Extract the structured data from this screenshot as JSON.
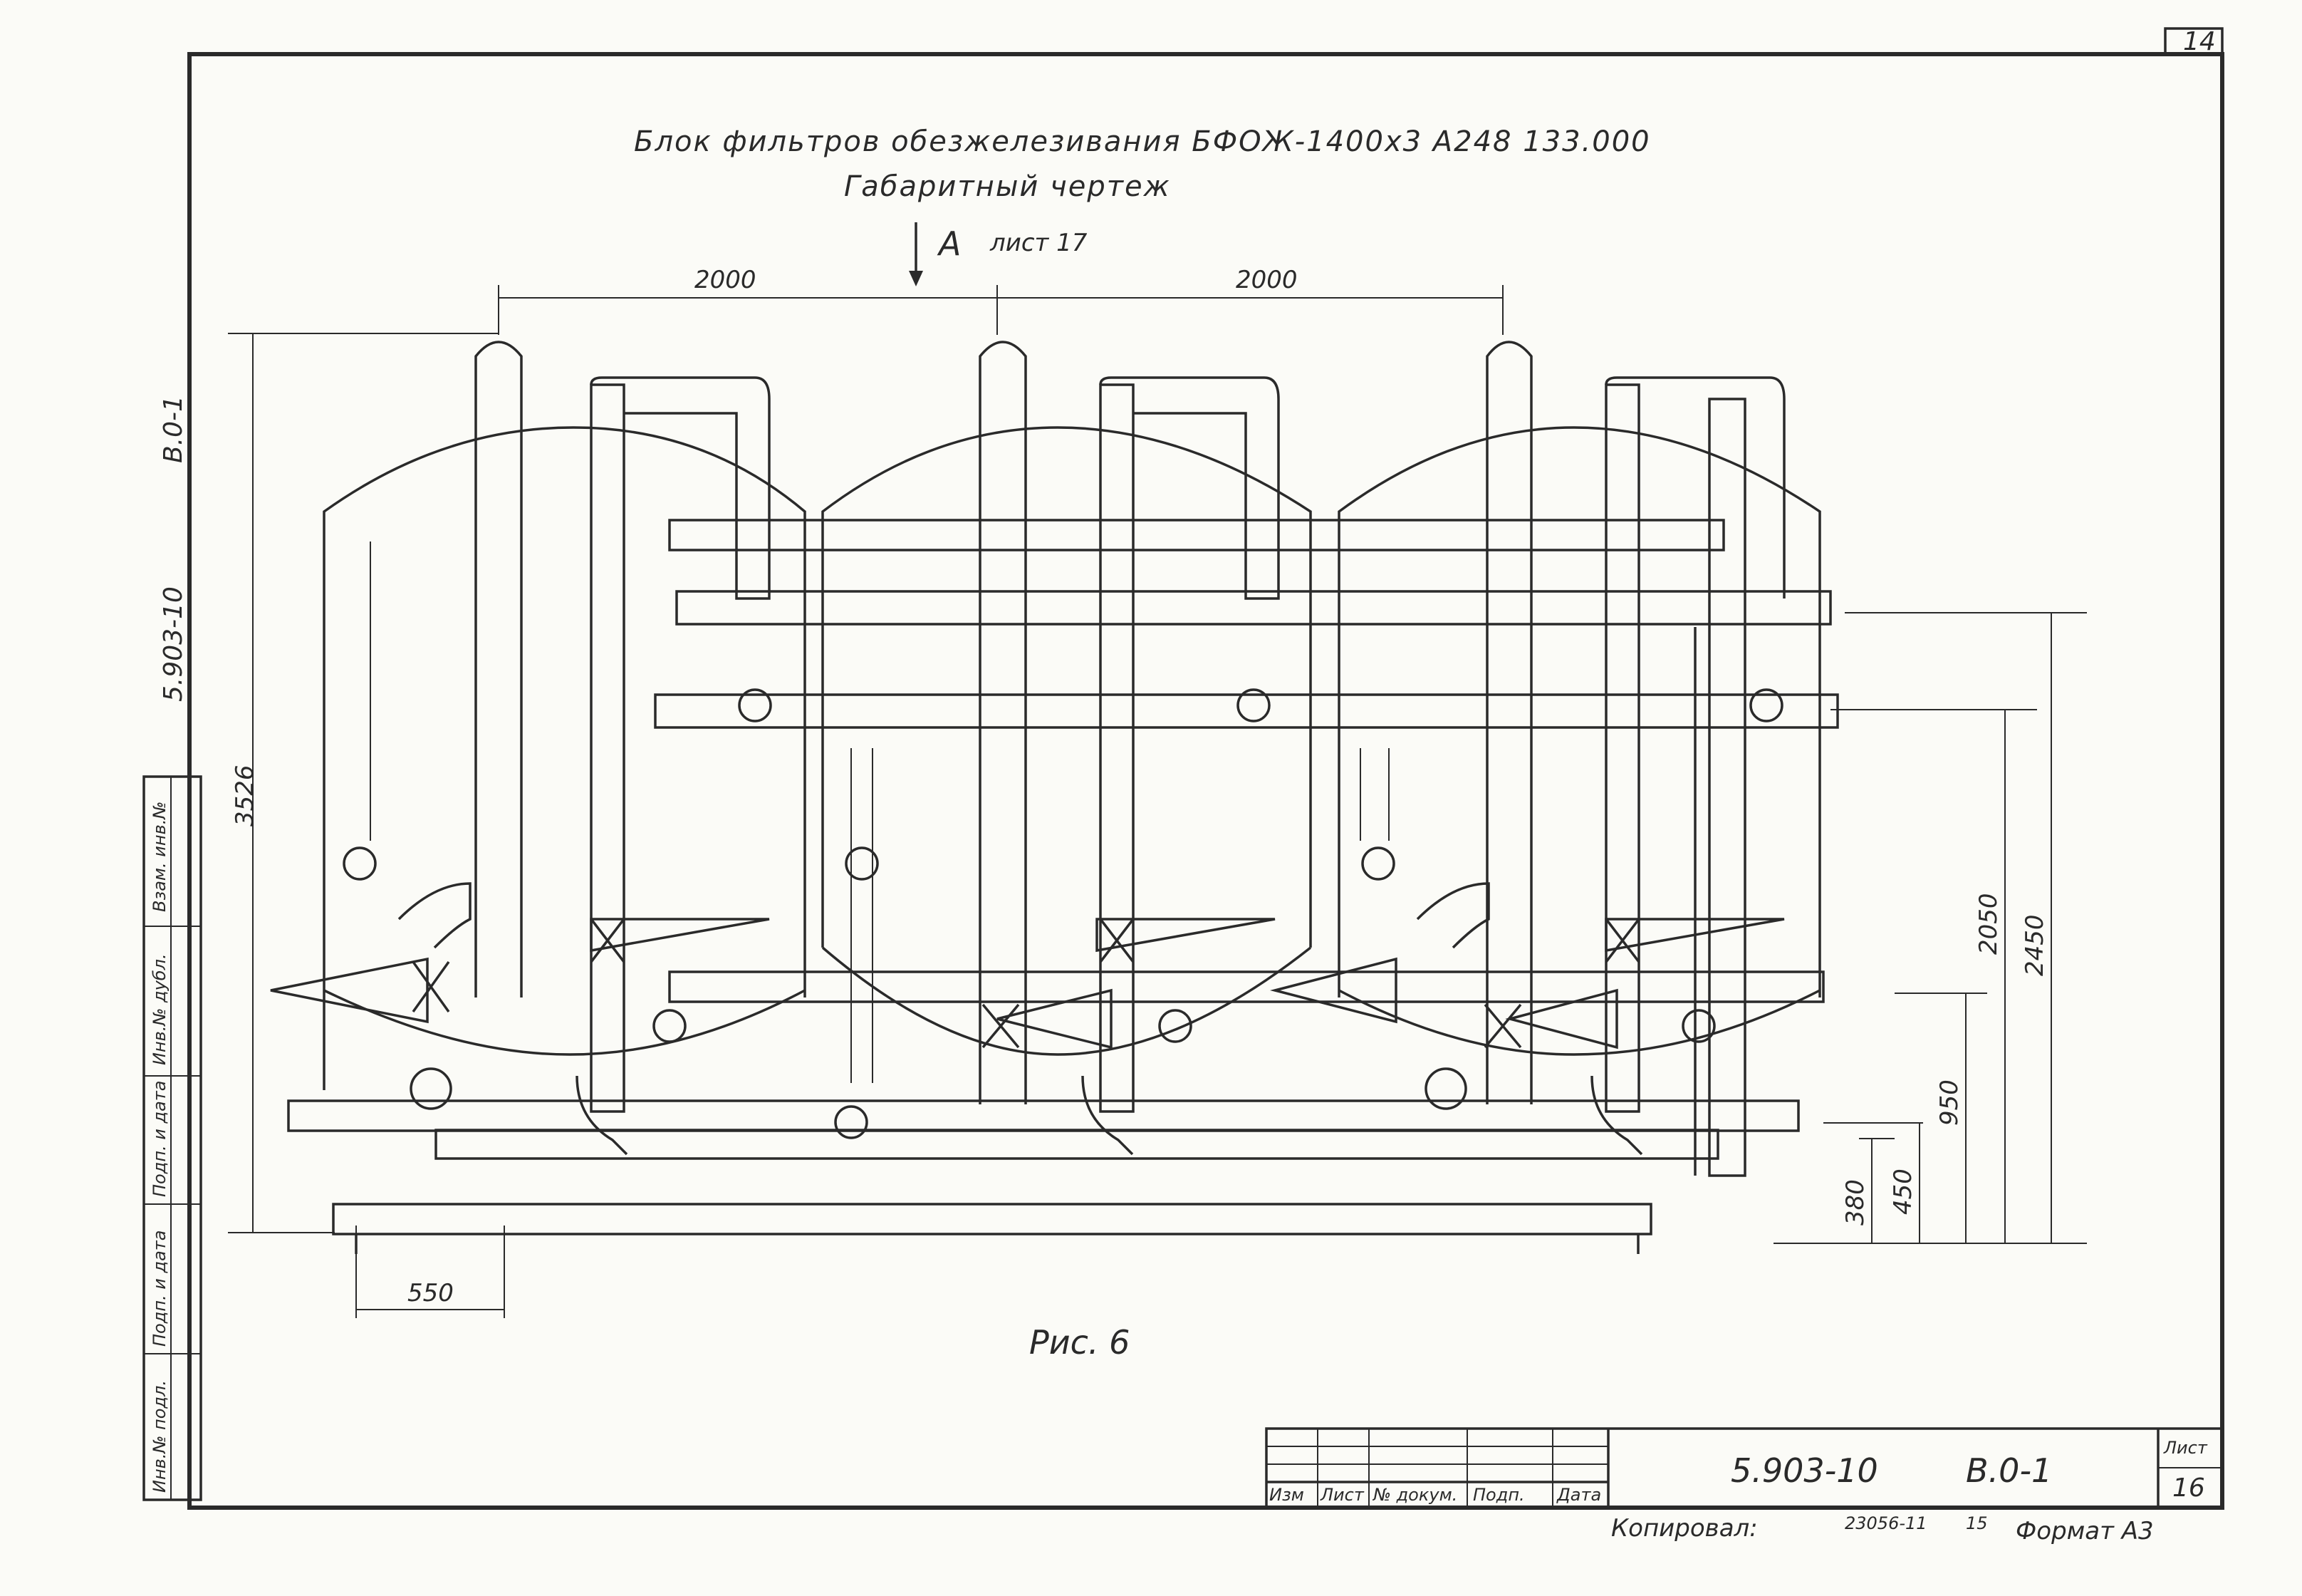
{
  "drawing": {
    "title": "Блок фильтров обезжелезивания БФОЖ-1400х3 А248 133.000",
    "subtitle": "Габаритный чертеж",
    "view_marker": "А",
    "view_ref": "лист 17",
    "figure_caption": "Рис. 6"
  },
  "dimensions": {
    "spacing_left": "2000",
    "spacing_right": "2000",
    "total_height": "3526",
    "offset_left": "550",
    "h_380": "380",
    "h_450": "450",
    "h_950": "950",
    "h_2050": "2050",
    "h_2450": "2450"
  },
  "side_labels": {
    "top": "В.0-1",
    "series": "5.903-10",
    "stamp_cells": [
      "Взам. инв.№",
      "Инв.№ дубл.",
      "Подп. и дата",
      "Подп. и дата",
      "Инв.№ подл."
    ]
  },
  "title_block": {
    "headers": [
      "Изм",
      "Лист",
      "№ докум.",
      "Подп.",
      "Дата"
    ],
    "code": "5.903-10",
    "edition": "В.0-1",
    "sheet_label": "Лист",
    "sheet_number": "16"
  },
  "footer": {
    "copied": "Копировал:",
    "order": "23056-11",
    "num": "15",
    "format": "Формат А3"
  },
  "page_corner_number": "14"
}
